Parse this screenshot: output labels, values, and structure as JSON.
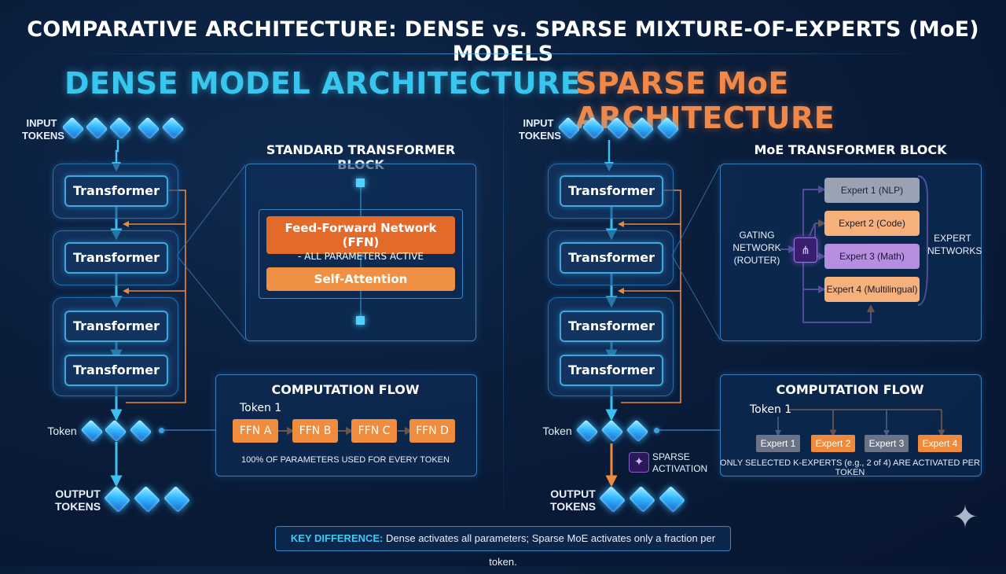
{
  "title": "COMPARATIVE ARCHITECTURE: DENSE vs. SPARSE MIXTURE-OF-EXPERTS (MoE) MODELS",
  "dense": {
    "title": "DENSE MODEL ARCHITECTURE",
    "input_label_1": "INPUT",
    "input_label_2": "TOKENS",
    "transformers": [
      "Transformer",
      "Transformer",
      "Transformer",
      "Transformer"
    ],
    "token_label": "Token",
    "output_label_1": "OUTPUT",
    "output_label_2": "TOKENS",
    "block_title": "STANDARD TRANSFORMER BLOCK",
    "ffn_label": "Feed-Forward Network (FFN)",
    "ffn_sub": "- ALL PARAMETERS ACTIVE",
    "attention_label": "Self-Attention",
    "flow_title": "COMPUTATION FLOW",
    "flow_token": "Token 1",
    "flow_steps": [
      "FFN A",
      "FFN B",
      "FFN C",
      "FFN D"
    ],
    "flow_caption": "100% OF PARAMETERS USED FOR EVERY TOKEN"
  },
  "moe": {
    "title": "SPARSE MoE ARCHITECTURE",
    "input_label_1": "INPUT",
    "input_label_2": "TOKENS",
    "transformers": [
      "Transformer",
      "Transformer",
      "Transformer",
      "Transformer"
    ],
    "token_label": "Token",
    "sparse_label_1": "SPARSE",
    "sparse_label_2": "ACTIVATION",
    "output_label_1": "OUTPUT",
    "output_label_2": "TOKENS",
    "block_title": "MoE TRANSFORMER BLOCK",
    "gating_lines": [
      "GATING",
      "NETWORK",
      "(ROUTER)"
    ],
    "experts": [
      {
        "label": "Expert 1 (NLP)",
        "color": "#9aa3b3"
      },
      {
        "label": "Expert 2 (Code)",
        "color": "#f6b07c"
      },
      {
        "label": "Expert 3 (Math)",
        "color": "#b58ee0"
      },
      {
        "label": "Expert 4 (Multilingual)",
        "color": "#f6b07c"
      }
    ],
    "expert_networks_1": "EXPERT",
    "expert_networks_2": "NETWORKS",
    "flow_title": "COMPUTATION FLOW",
    "flow_token": "Token 1",
    "flow_experts": [
      {
        "label": "Expert 1",
        "color": "#6b7486"
      },
      {
        "label": "Expert 2",
        "color": "#ef8a3c"
      },
      {
        "label": "Expert 3",
        "color": "#6b7486"
      },
      {
        "label": "Expert 4",
        "color": "#ef8a3c"
      }
    ],
    "flow_caption": "ONLY SELECTED K-EXPERTS (e.g., 2 of 4) ARE ACTIVATED PER TOKEN"
  },
  "key_difference": {
    "label": "KEY DIFFERENCE:",
    "text": "Dense activates all parameters; Sparse MoE activates only a fraction per token."
  },
  "icons": {
    "router": "router-icon",
    "sparse": "sparkle-icon",
    "corner": "star-sparkle-icon"
  }
}
